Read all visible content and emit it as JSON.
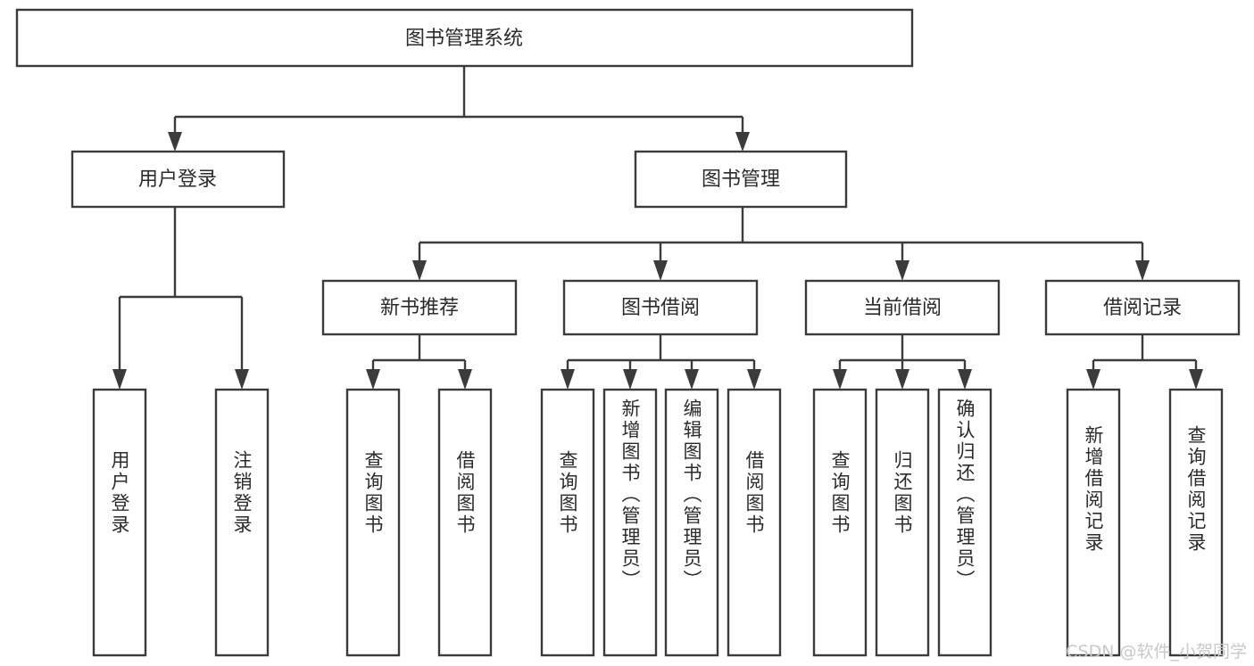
{
  "diagram": {
    "type": "tree-hierarchy",
    "title": "图书管理系统",
    "root": {
      "label": "图书管理系统",
      "level": 0
    },
    "level2": [
      {
        "label": "用户登录"
      },
      {
        "label": "图书管理"
      }
    ],
    "level3": [
      {
        "label": "新书推荐"
      },
      {
        "label": "图书借阅"
      },
      {
        "label": "当前借阅"
      },
      {
        "label": "借阅记录"
      }
    ],
    "leaves": {
      "user_login": [
        {
          "label": "用户登录"
        },
        {
          "label": "注销登录"
        }
      ],
      "new_book_recommend": [
        {
          "label": "查询图书"
        },
        {
          "label": "借阅图书"
        }
      ],
      "book_borrow": [
        {
          "label": "查询图书"
        },
        {
          "label": "新增图书（管理员）"
        },
        {
          "label": "编辑图书（管理员）"
        },
        {
          "label": "借阅图书"
        }
      ],
      "current_borrow": [
        {
          "label": "查询图书"
        },
        {
          "label": "归还图书"
        },
        {
          "label": "确认归还（管理员）"
        }
      ],
      "borrow_record": [
        {
          "label": "新增借阅记录"
        },
        {
          "label": "查询借阅记录"
        }
      ]
    }
  },
  "watermark": {
    "text": "CSDN @软件_小贺同学"
  },
  "colors": {
    "stroke": "#3b3b3b",
    "box_fill": "#ffffff",
    "text": "#2b2b2b",
    "watermark": "#c9c9c9",
    "background": "#ffffff"
  }
}
